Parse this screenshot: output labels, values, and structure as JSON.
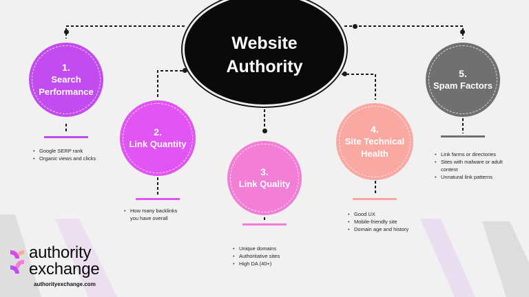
{
  "title": "Website Authority",
  "factors": [
    {
      "number": "1.",
      "label": "Search Performance",
      "color": "#c24cf0",
      "bullets": [
        "Google SERP rank",
        "Organic views and clicks"
      ]
    },
    {
      "number": "2.",
      "label": "Link Quantity",
      "color": "#e055f3",
      "bullets": [
        "How many backlinks you have overall"
      ]
    },
    {
      "number": "3.",
      "label": "Link Quality",
      "color": "#f27ed6",
      "bullets": [
        "Unique domains",
        "Authoritative sites",
        "High DA (40+)"
      ]
    },
    {
      "number": "4.",
      "label": "Site Technical Health",
      "color": "#f9a9a2",
      "bullets": [
        "Good UX",
        "Mobile-friendly site",
        "Domain age and history"
      ]
    },
    {
      "number": "5.",
      "label": "Spam Factors",
      "color": "#707070",
      "bullets": [
        "Link farms or directories",
        "Sites with malware or adult content",
        "Unnatural link patterns"
      ]
    }
  ],
  "brand": {
    "name_line1": "authority",
    "name_line2": "exchange",
    "url": "authorityexchange.com",
    "logo_color": "#d64ae8"
  }
}
